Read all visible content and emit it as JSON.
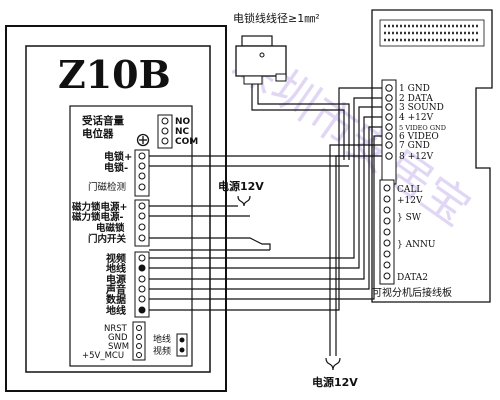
{
  "wire_spec": "电锁线线径≥1㎜²",
  "panel": {
    "model": "Z10B",
    "pot_label_1": "受话音量",
    "pot_label_2": "电位器",
    "relay_pins": [
      "NO",
      "NC",
      "COM"
    ],
    "lock_block": [
      "电锁+",
      "电锁-",
      "",
      "门磁检测"
    ],
    "maglock_block": [
      "磁力锁电源+",
      "磁力锁电源-",
      "电磁锁",
      "门内开关"
    ],
    "video_block": [
      "视频",
      "地线",
      "电源",
      "声音",
      "数据",
      "地线"
    ],
    "debug_block": [
      "NRST",
      "GND",
      "SWM",
      "+5V_MCU"
    ],
    "debug_right": [
      "地线",
      "视频"
    ]
  },
  "power_label_mid": "电源12V",
  "power_label_bottom": "电源12V",
  "rear_board": {
    "title": "可视分机后接线板",
    "top_pins": [
      "1 GND",
      "2 DATA",
      "3 SOUND",
      "4 +12V",
      "5 VIDEO GND",
      "6 VIDEO",
      "7 GND",
      "8 +12V"
    ],
    "lower_labels": [
      "CALL",
      "+12V",
      "} SW",
      "} ANNU",
      "DATA2"
    ]
  },
  "watermark": "深圳市安居宝"
}
